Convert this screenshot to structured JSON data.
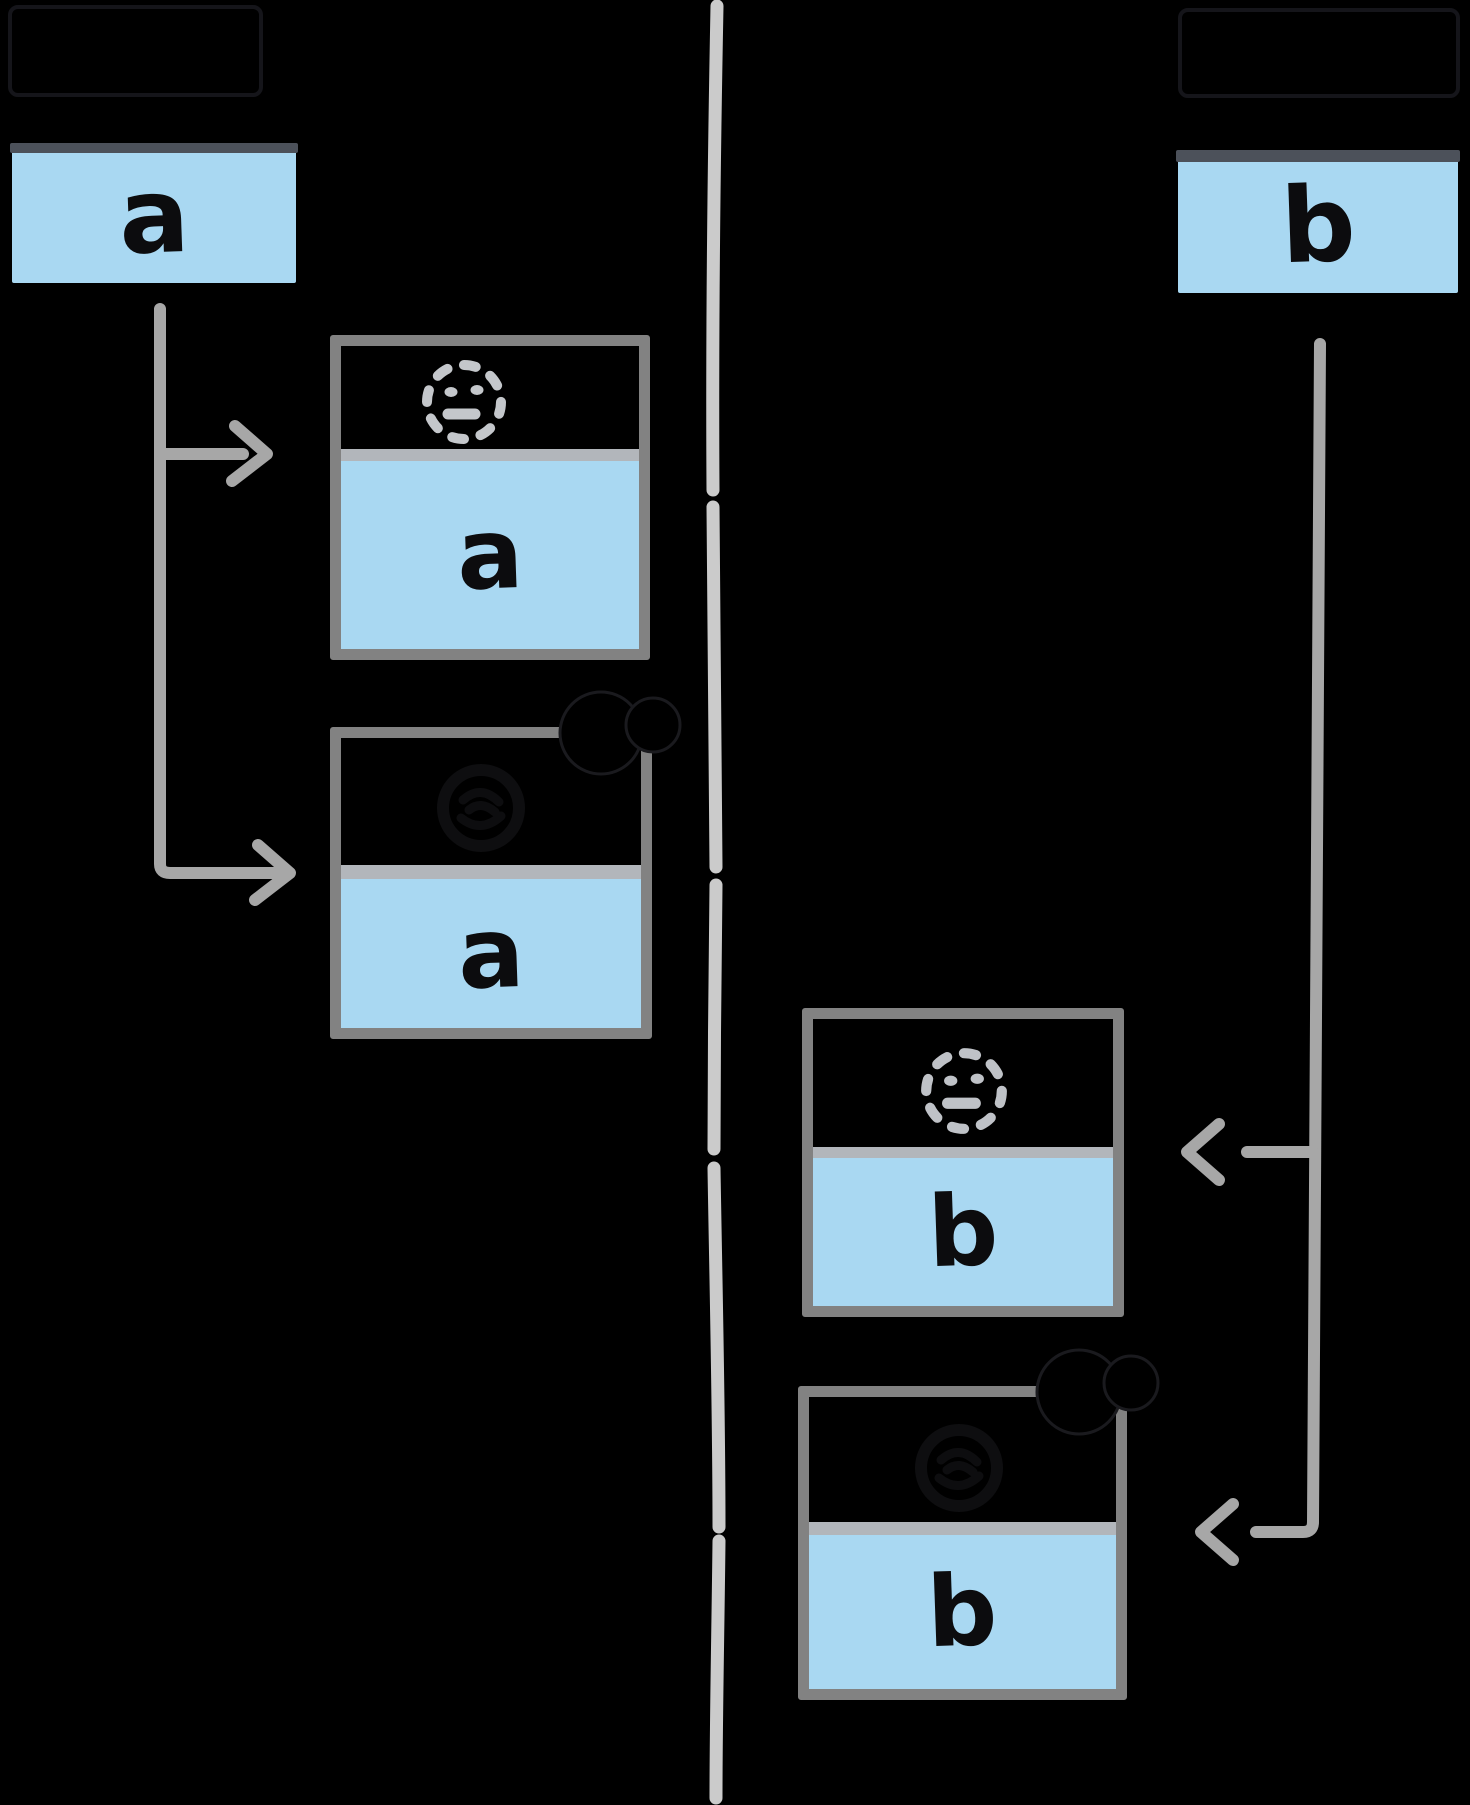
{
  "diagram": {
    "kind": "hand-drawn process/thread diagram on black background",
    "colors": {
      "background": "#000000",
      "kernel_line": "#cbcbcb",
      "branch_arrow": "#a7a7a7",
      "thread_box_border": "#828282",
      "thread_box_divider": "#b2b6bb",
      "blue_fill": "#a9d8f2",
      "title_bar": "#4c515a",
      "letter_ink": "#0c0c0e",
      "ghost_icon": "#c4c7cb",
      "hidden_ink": "#0e0e10"
    },
    "kernel_divider": {
      "icon": "vertical-kernel-line",
      "gaps_note": "line interrupted where unseen black arrows cross",
      "gap_count": "4"
    },
    "process_a": {
      "title": "a",
      "threads": [
        {
          "label": "a",
          "icon": "dashed-ghost-face-icon",
          "badge": "none"
        },
        {
          "label": "a",
          "icon": "hidden-scribble-face-icon",
          "badge": "black-blob-badge"
        }
      ]
    },
    "process_b": {
      "title": "b",
      "threads": [
        {
          "label": "b",
          "icon": "dashed-ghost-face-icon",
          "badge": "none"
        },
        {
          "label": "b",
          "icon": "hidden-scribble-face-icon",
          "badge": "black-blob-badge"
        }
      ]
    }
  }
}
